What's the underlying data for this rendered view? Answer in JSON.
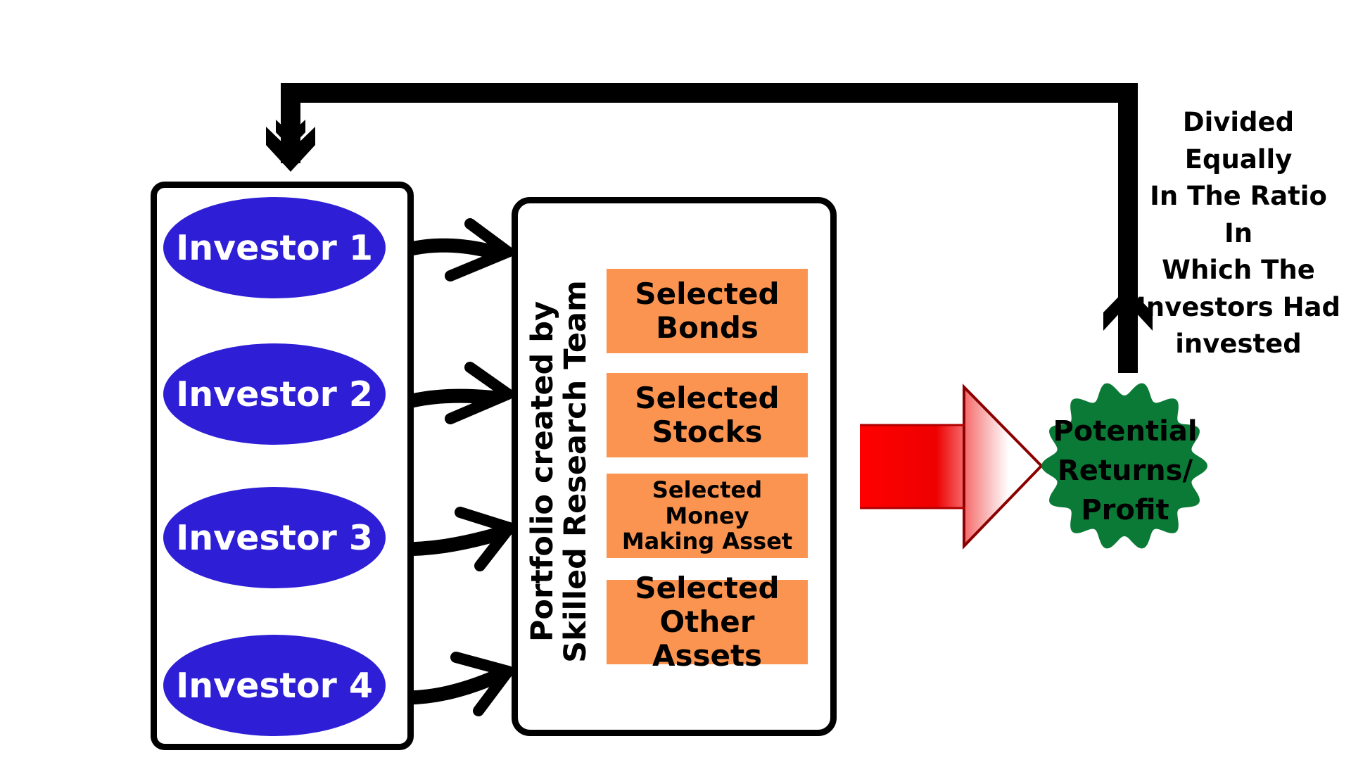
{
  "investors": [
    {
      "label": "Investor 1"
    },
    {
      "label": "Investor 2"
    },
    {
      "label": "Investor 3"
    },
    {
      "label": "Investor 4"
    }
  ],
  "portfolio": {
    "label": "Portfolio created by\nSkilled Research Team",
    "assets": [
      {
        "label": "Selected\nBonds"
      },
      {
        "label": "Selected\nStocks"
      },
      {
        "label": "Selected\nMoney\nMaking Asset"
      },
      {
        "label": "Selected\nOther Assets"
      }
    ]
  },
  "profit": {
    "label": "Potential\nReturns/\nProfit"
  },
  "distribution_note": "Divided Equally\nIn The Ratio In\nWhich The\nInvestors Had\ninvested",
  "colors": {
    "investor": "#2e1fd6",
    "asset": "#fb9451",
    "profit": "#0a7a36",
    "arrow_red": "#ff0000",
    "arrow_outline": "#8b0000"
  }
}
